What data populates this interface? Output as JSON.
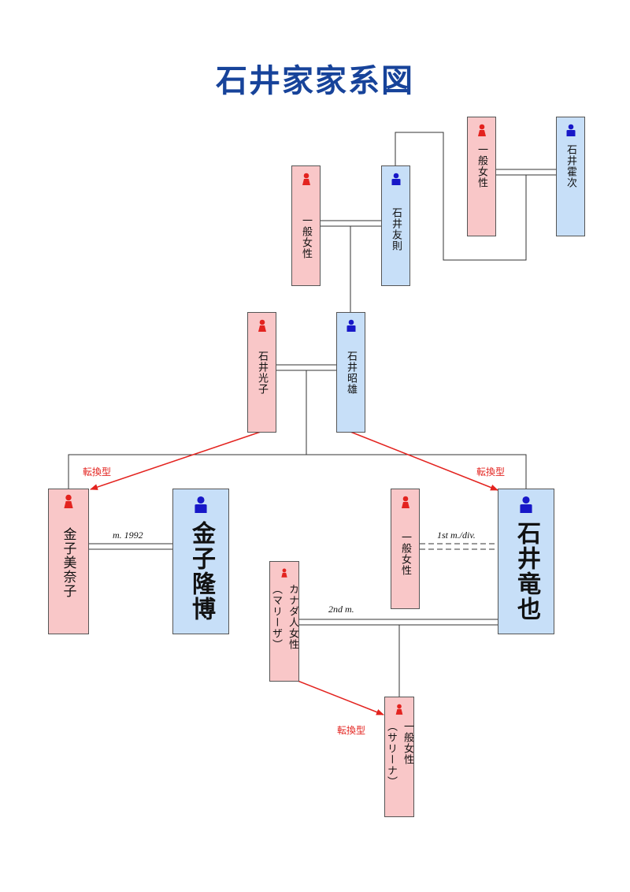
{
  "title": "石井家家系図",
  "colors": {
    "female": "#f9c7c8",
    "male": "#c7dff8",
    "female_icon": "#e3231f",
    "male_icon": "#1818c8",
    "arrow": "#e3231f",
    "title": "#17439a"
  },
  "people": {
    "ippan_top_right": "一般女性",
    "ishii_tsuruji": "石井霍次",
    "ippan_top_left": "一般女性",
    "ishii_tomonori": "石井友則",
    "ishii_mitsuko": "石井光子",
    "ishii_akio": "石井昭雄",
    "kaneko_minako": "金子美奈子",
    "kaneko_takahiro": "金子隆博",
    "ippan_exwife": "一般女性",
    "ishii_tatsuya": "石井竜也",
    "canadian_woman": "カナダ人女性",
    "canadian_woman_sub": "（マリーザ）",
    "ippan_salina": "一般女性",
    "ippan_salina_sub": "（サリーナ）"
  },
  "labels": {
    "m1992": "m. 1992",
    "first_m": "1st m./div.",
    "second_m": "2nd m.",
    "conversion": "転換型"
  }
}
